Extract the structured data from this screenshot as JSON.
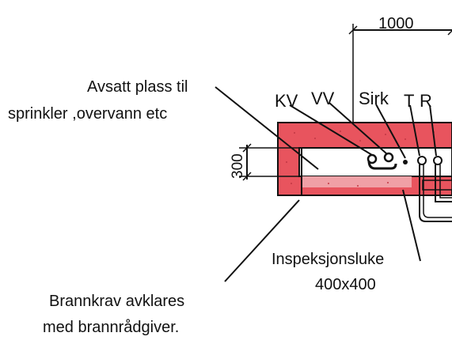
{
  "labels": {
    "dimension_top": "1000",
    "dimension_side": "300",
    "sprinkler_line1": "Avsatt plass til",
    "sprinkler_line2": "sprinkler ,overvann etc",
    "kv": "KV",
    "vv": "VV",
    "sirk": "Sirk",
    "t": "T",
    "r": "R",
    "inspection_line1": "Inspeksjonsluke",
    "inspection_line2": "400x400",
    "fire_line1": "Brannkrav avklares",
    "fire_line2": "med brannrådgiver."
  },
  "colors": {
    "fire_insulation": "#e8545e",
    "fire_insulation_light": "#f0a0a6",
    "line": "#111111",
    "background": "#ffffff"
  }
}
